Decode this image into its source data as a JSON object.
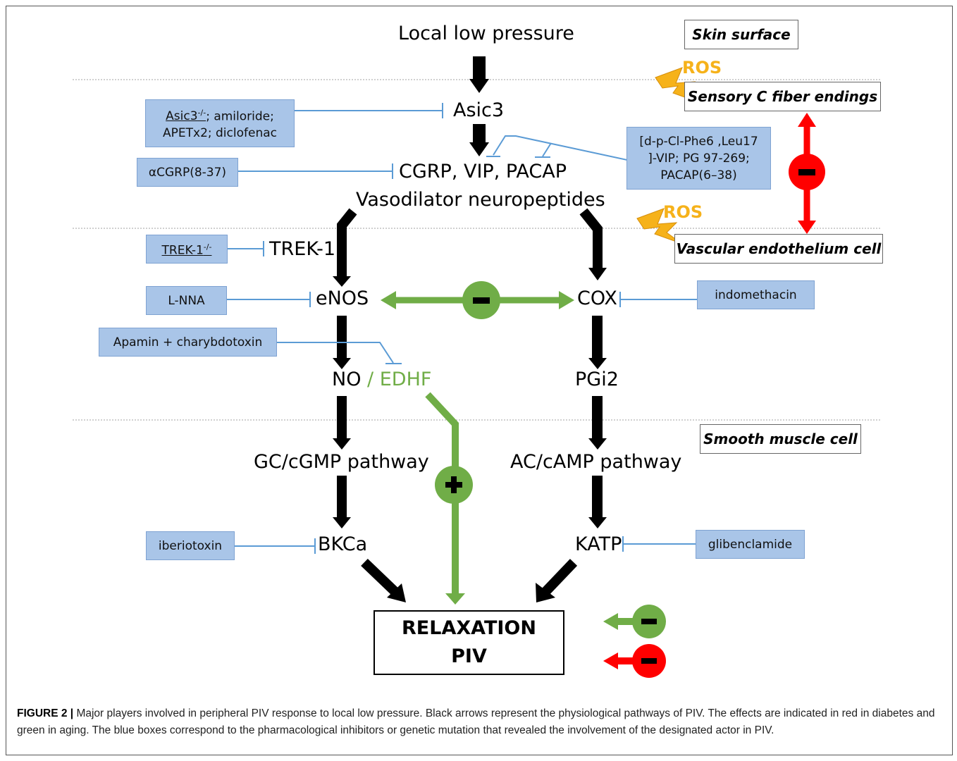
{
  "nodes": {
    "local_low_pressure": "Local low pressure",
    "asic3": "Asic3",
    "neuropeptides": "CGRP, VIP, PACAP",
    "neuropeptides_sub": "Vasodilator neuropeptides",
    "trek1": "TREK-1",
    "enos": "eNOS",
    "cox": "COX",
    "no": "NO",
    "slash": "/",
    "edhf": "EDHF",
    "pgi2": "PGi2",
    "gc_cgmp": "GC/cGMP pathway",
    "ac_camp": "AC/cAMP pathway",
    "bkca": "BKCa",
    "katp": "KATP",
    "relaxation": "RELAXATION",
    "piv": "PIV"
  },
  "zones": {
    "skin_surface": "Skin surface",
    "sensory_c_fiber": "Sensory C fiber endings",
    "vascular_endothelium": "Vascular endothelium cell",
    "smooth_muscle": "Smooth muscle cell"
  },
  "ros": [
    "ROS",
    "ROS"
  ],
  "inhibitors": {
    "asic3_line1_a": "Asic3",
    "asic3_line1_sup": "-/-",
    "asic3_line1_b": "; amiloride;",
    "asic3_line2": "APETx2; diclofenac",
    "cgrp": "αCGRP(8-37)",
    "vip_line1": "[d-p-Cl-Phe6 ,Leu17",
    "vip_line2": "]-VIP; PG 97-269;",
    "vip_line3": "PACAP(6–38)",
    "trek1_a": "TREK-1",
    "trek1_sup": "-/-",
    "lnna": "L-NNA",
    "indomethacin": "indomethacin",
    "apamin": "Apamin + charybdotoxin",
    "iberiotoxin": "iberiotoxin",
    "glibenclamide": "glibenclamide"
  },
  "signs": {
    "minus": "−",
    "plus": "+"
  },
  "colors": {
    "aging_green": "#70ad47",
    "diabetes_red": "#ff0000",
    "inhibitor_blue": "#a9c5e8",
    "ros_yellow": "#f6b21a",
    "edhf_green": "#70ad47"
  },
  "caption": {
    "label": "FIGURE 2 |",
    "text": " Major players involved in peripheral PIV response to local low pressure. Black arrows represent the physiological pathways of PIV. The effects are indicated in red in diabetes and green in aging. The blue boxes correspond to the pharmacological inhibitors or genetic mutation that revealed the involvement of the designated actor in PIV."
  }
}
